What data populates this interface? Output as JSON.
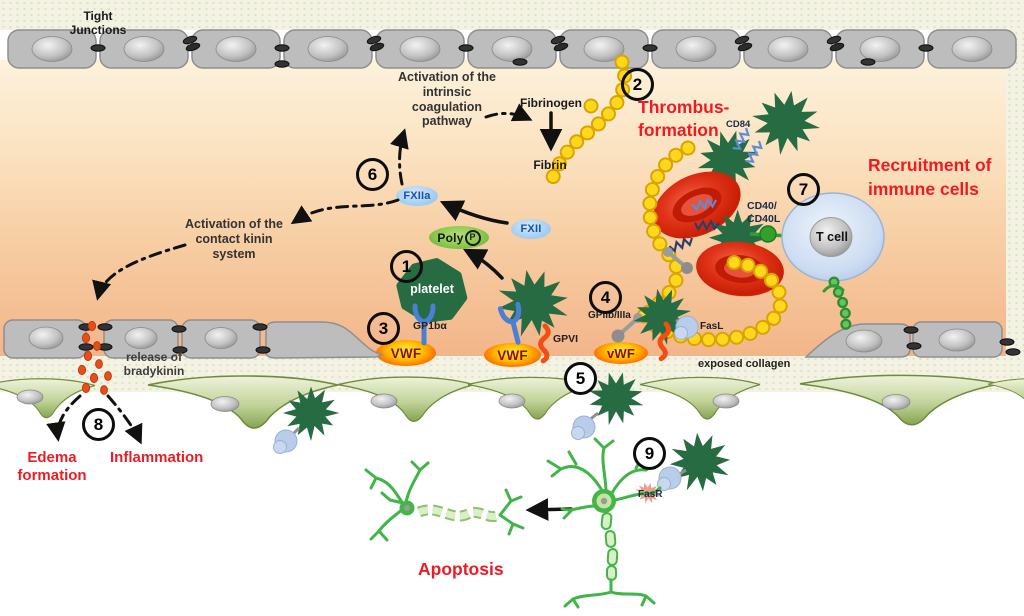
{
  "labels": {
    "tight_junctions": "Tight\nJunctions",
    "intrinsic_pathway": "Activation of the\nintrinsic\ncoagulation\npathway",
    "fibrinogen": "Fibrinogen",
    "fibrin": "Fibrin",
    "thrombus_formation": "Thrombus-\nformation",
    "cd84": "CD84",
    "recruitment": "Recruitment of\nimmune cells",
    "cd40_cd40l": "CD40/\nCD40L",
    "t_cell": "T cell",
    "fxiia": "FXIIa",
    "fxii": "FXII",
    "poly": "Poly",
    "poly_p": "P",
    "platelet": "platelet",
    "gp1b_alpha": "GP1bα",
    "vwf_left": "VWF",
    "vwf_mid": "VWF",
    "vwf_right": "vWF",
    "gpvi": "GPVI",
    "gpiib_iiia": "GPIIb/IIIa",
    "fasl": "FasL",
    "exposed_collagen": "exposed collagen",
    "contact_kinin": "Activation of the\ncontact kinin\nsystem",
    "bradykinin": "release of\nbradykinin",
    "edema": "Edema\nformation",
    "inflammation": "Inflammation",
    "fasr": "FasR",
    "apoptosis": "Apoptosis"
  },
  "steps": [
    "1",
    "2",
    "3",
    "4",
    "5",
    "6",
    "7",
    "8",
    "9"
  ],
  "colors": {
    "red_heading": "#ed1c24",
    "platelet_green": "#276b43",
    "neuron_green": "#41b549",
    "fibrin_yellow": "#ffd81e",
    "rbc_red": "#d42a10",
    "tcell_blue": "#ccdcf1",
    "fxii_blue": "#a9d2f3",
    "polyp_green": "#64ad30",
    "vwf_orange": "#ff8c00",
    "bradykinin_orange": "#e84e1a",
    "endothelium_gray": "#bdbdbd",
    "endfoot_green": "#86a553",
    "lumen_top": "#fdf2dc",
    "lumen_bottom": "#f3b58a"
  }
}
